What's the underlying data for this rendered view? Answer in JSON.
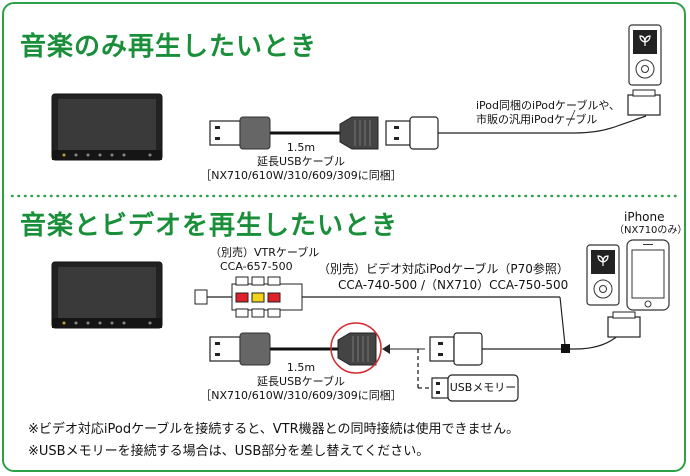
{
  "section1": {
    "title": "音楽のみ再生したいとき",
    "cable_length": "1.5m",
    "cable_name": "延長USBケーブル",
    "cable_models": "［NX710/610W/310/609/309に同梱］",
    "ipod_cable_line1": "iPod同梱のiPodケーブルや、",
    "ipod_cable_line2": "市販の汎用iPodケーブル"
  },
  "section2": {
    "title": "音楽とビデオを再生したいとき",
    "iphone_label": "iPhone",
    "iphone_note": "（NX710のみ）",
    "vtr_line1": "（別売）VTRケーブル",
    "vtr_line2": "CCA-657-500",
    "video_cable_line1": "（別売）ビデオ対応iPodケーブル（P70参照）",
    "video_cable_line2": "CCA-740-500 /（NX710）CCA-750-500",
    "cable_length": "1.5m",
    "cable_name": "延長USBケーブル",
    "cable_models": "［NX710/610W/310/609/309に同梱］",
    "usb_memory": "USBメモリー"
  },
  "notes": [
    "※ビデオ対応iPodケーブルを接続すると、VTR機器との同時接続は使用できません。",
    "※USBメモリーを接続する場合は、USB部分を差し替えてください。"
  ],
  "colors": {
    "accent": "#1a8f3a",
    "frame": "#2ea04a",
    "highlight_circle": "#d9262c",
    "rca_red": "#e0202a",
    "rca_yellow": "#f2d31b"
  }
}
